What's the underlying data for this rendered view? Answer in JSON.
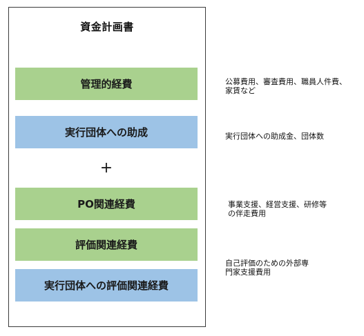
{
  "diagram": {
    "title": "資金計画書",
    "plus_sign": "+",
    "blocks": [
      {
        "label": "管理的経費",
        "color": "#a9d18e"
      },
      {
        "label": "実行団体への助成",
        "color": "#9dc3e6"
      },
      {
        "label": "PO関連経費",
        "color": "#a9d18e"
      },
      {
        "label": "評価関連経費",
        "color": "#a9d18e"
      },
      {
        "label": "実行団体への評価関連経費",
        "color": "#9dc3e6"
      }
    ],
    "notes": [
      "公募費用、審査費用、職員人件費、\n家賃など",
      "実行団体への助成金、団体数",
      "事業支援、経営支援、研修等\nの伴走費用",
      "自己評価のための外部専\n門家支援費用"
    ]
  }
}
